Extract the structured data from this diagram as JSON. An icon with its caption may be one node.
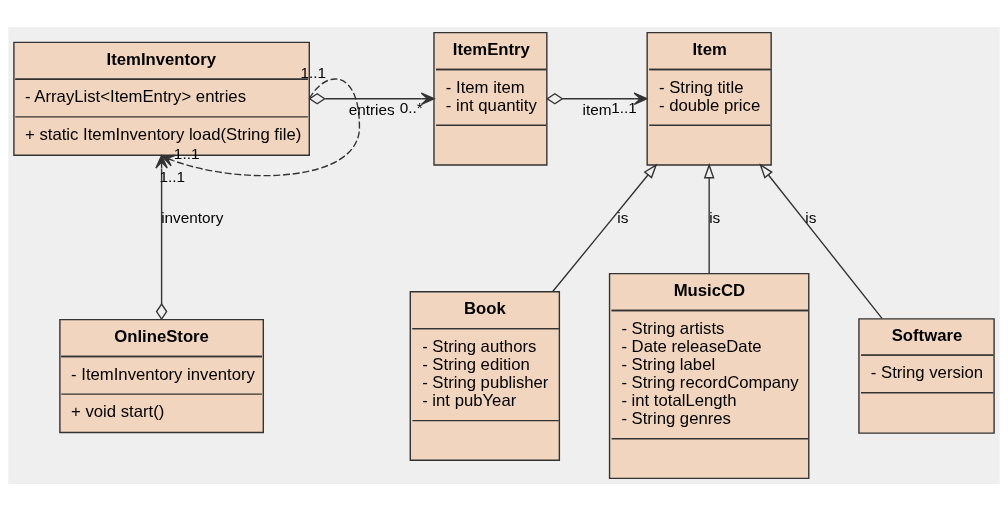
{
  "diagram": {
    "nodes": [
      {
        "text": [
          "ItemInventory",
          "- ArrayList<ItemEntry> entries",
          "+ static ItemInventory load(String file)"
        ]
      },
      {
        "text": [
          "ItemEntry",
          "- Item item",
          "- int quantity"
        ]
      },
      {
        "text": [
          "Item",
          "- String title",
          "- double price"
        ]
      },
      {
        "text": [
          "OnlineStore",
          "- ItemInventory inventory",
          "+ void start()"
        ]
      },
      {
        "text": [
          "Book",
          "- String authors",
          "- String edition",
          "- String publisher",
          "- int pubYear"
        ]
      },
      {
        "text": [
          "MusicCD",
          "- String artists",
          "- Date releaseDate",
          "- String label",
          "- String recordCompany",
          "- int totalLength",
          "- String genres"
        ]
      },
      {
        "text": [
          "Software",
          "- String version"
        ]
      }
    ],
    "edges": [
      {
        "from": 0,
        "to": 1,
        "arrow": "to",
        "label": "entries"
      },
      {
        "from": 1,
        "to": 2,
        "arrow": "to",
        "label": "item"
      },
      {
        "from": 4,
        "to": 2,
        "arrow": "to",
        "label": "is"
      },
      {
        "from": 5,
        "to": 2,
        "arrow": "to",
        "label": "is"
      },
      {
        "from": 6,
        "to": 2,
        "arrow": "to",
        "label": "is"
      },
      {
        "from": 0,
        "to": 0,
        "arrow": "to",
        "style": "dashed"
      },
      {
        "from": 3,
        "to": 0,
        "arrow": "to",
        "label": "inventory"
      }
    ],
    "labels": [
      "0..*",
      "1..1",
      "1..1",
      "1..1",
      "1..1"
    ]
  }
}
